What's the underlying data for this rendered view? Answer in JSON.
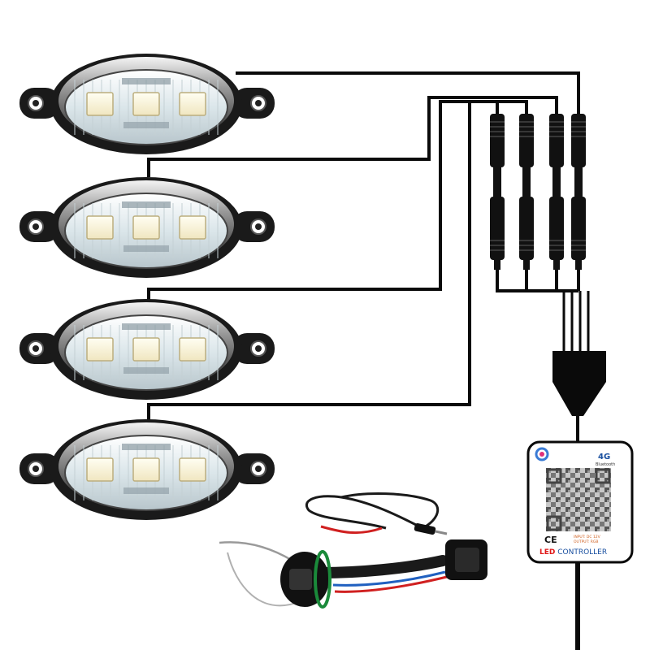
{
  "controller": {
    "badge": "4G",
    "badge_sub": "Bluetooth",
    "ce_mark": "CE",
    "input_spec": "INPUT: DC 12V",
    "output_spec": "OUTPUT: RGB",
    "label_led": "LED",
    "label_controller": " CONTROLLER"
  },
  "lights": [
    {
      "name": "pod-light-1"
    },
    {
      "name": "pod-light-2"
    },
    {
      "name": "pod-light-3"
    },
    {
      "name": "pod-light-4"
    }
  ],
  "connectors": [
    {
      "name": "connector-1"
    },
    {
      "name": "connector-2"
    },
    {
      "name": "connector-3"
    },
    {
      "name": "connector-4"
    }
  ],
  "colors": {
    "wire": "#0a0a0a",
    "lens": "#e8f0f2",
    "housing": "#1a1a1a",
    "led_chip": "#fffbe8",
    "harness_red": "#d02020",
    "harness_blue": "#2060c0",
    "harness_green": "#1a8a3a"
  }
}
